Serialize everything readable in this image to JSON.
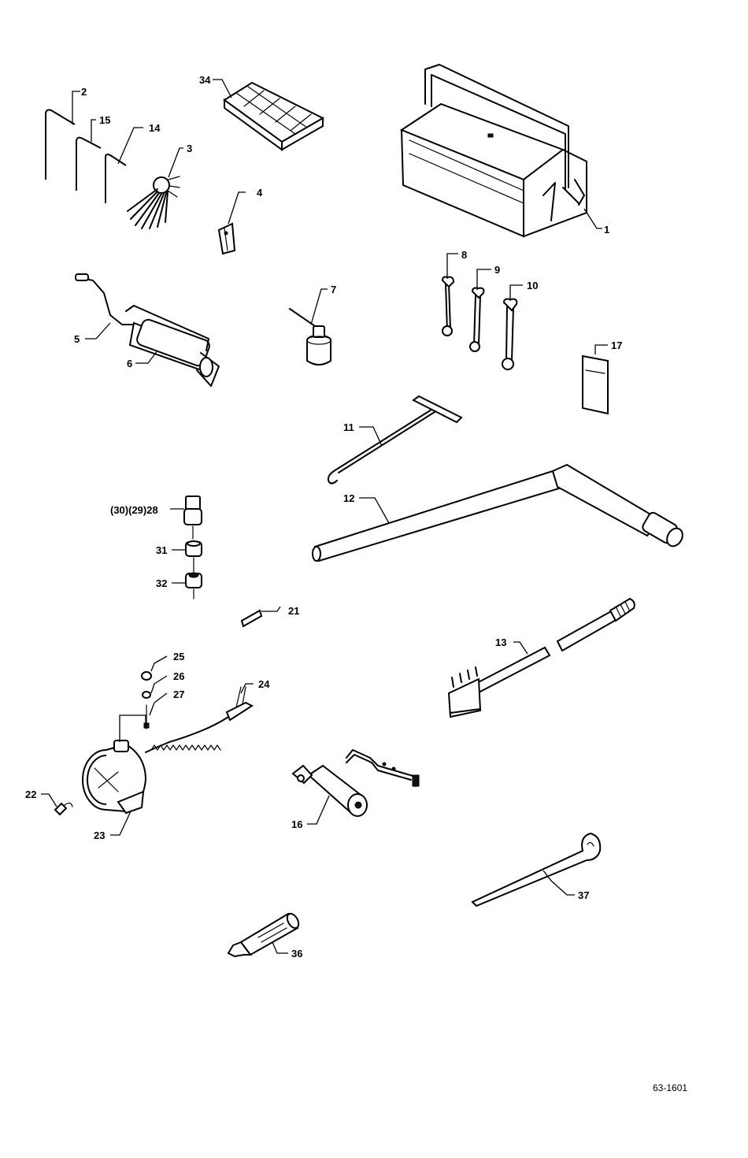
{
  "callouts": {
    "c1": "1",
    "c2": "2",
    "c3": "3",
    "c4": "4",
    "c5": "5",
    "c6": "6",
    "c7": "7",
    "c8": "8",
    "c9": "9",
    "c10": "10",
    "c11": "11",
    "c12": "12",
    "c13": "13",
    "c14": "14",
    "c15": "15",
    "c16": "16",
    "c17": "17",
    "c21": "21",
    "c22": "22",
    "c23": "23",
    "c24": "24",
    "c25": "25",
    "c26": "26",
    "c27": "27",
    "c28": "(30)(29)28",
    "c31": "31",
    "c32": "32",
    "c34": "34",
    "c36": "36",
    "c37": "37"
  },
  "figure_ref": "63-1601"
}
